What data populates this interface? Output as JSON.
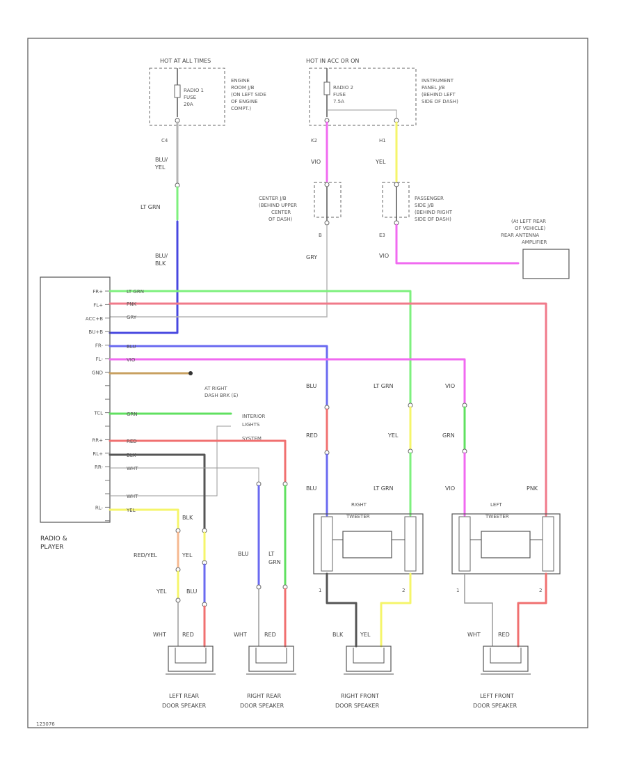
{
  "sources": {
    "hot_at_all_times": "HOT AT ALL TIMES",
    "hot_acc_or_on": "HOT IN ACC OR ON",
    "radio1_fuse": [
      "RADIO 1",
      "FUSE",
      "20A"
    ],
    "radio2_fuse": [
      "RADIO 2",
      "FUSE",
      "7.5A"
    ],
    "engine_room_jb": [
      "ENGINE",
      "ROOM J/B",
      "(ON LEFT SIDE",
      "OF ENGINE",
      "COMPT.)"
    ],
    "instrument_jb": [
      "INSTRUMENT",
      "PANEL J/B",
      "(BEHIND LEFT",
      "SIDE OF DASH)"
    ]
  },
  "junctions": {
    "center_jb": [
      "CENTER J/B",
      "(BEHIND UPPER",
      "CENTER",
      "OF DASH)"
    ],
    "passenger_jb": [
      "PASSENGER",
      "SIDE J/B",
      "(BEHIND RIGHT",
      "SIDE OF DASH)"
    ]
  },
  "amplifier": {
    "location": [
      "(At LEFT REAR",
      "OF VEHICLE)",
      "REAR ANTENNA"
    ],
    "label": "AMPLIFIER"
  },
  "radio": {
    "label": [
      "RADIO &",
      "PLAYER"
    ],
    "pins": [
      "FR+",
      "FL+",
      "ACC+B",
      "BU+B",
      "FR-",
      "FL-",
      "GND",
      "",
      "",
      "TCL",
      "",
      "RR+",
      "RL+",
      "RR-",
      "",
      "",
      "RL-",
      ""
    ]
  },
  "ground": [
    "AT RIGHT",
    "DASH BRK (E)"
  ],
  "interior_lights": [
    "INTERIOR",
    "LIGHTS",
    "SYSTEM"
  ],
  "tweeters": {
    "right": [
      "RIGHT",
      "TWEETER"
    ],
    "left": [
      "LEFT",
      "TWEETER"
    ]
  },
  "speakers": {
    "left_rear": [
      "LEFT REAR",
      "DOOR SPEAKER"
    ],
    "right_rear": [
      "RIGHT REAR",
      "DOOR SPEAKER"
    ],
    "right_front": [
      "RIGHT FRONT",
      "DOOR SPEAKER"
    ],
    "left_front": [
      "LEFT FRONT",
      "DOOR SPEAKER"
    ]
  },
  "wire_labels": {
    "blu_yel": [
      "BLU/",
      "YEL"
    ],
    "lt_grn": "LT GRN",
    "blu_blk": [
      "BLU/",
      "BLK"
    ],
    "vio": "VIO",
    "yel": "YEL",
    "gry": "GRY",
    "grn": "GRN",
    "red": "RED",
    "blu": "BLU",
    "pnk": "PNK",
    "blk": "BLK",
    "wht": "WHT",
    "red_yel": "RED/YEL",
    "lt_grn_split": [
      "LT",
      "GRN"
    ]
  },
  "connector_codes": {
    "c4": "C4",
    "k2": "K2",
    "h1": "H1",
    "e3": "E3",
    "b": "B"
  },
  "pin_numbers": {
    "one": "1",
    "two": "2"
  },
  "footer_code": "123076",
  "colors": {
    "lt_grn": "#7ef07e",
    "pnk": "#f07a8a",
    "gry": "#b5b5b5",
    "blu_blk": "#4848e0",
    "blu": "#6a6af0",
    "vio": "#f06af0",
    "brn": "#c8a060",
    "grn": "#60e060",
    "red": "#f07070",
    "blk": "#555555",
    "wht": "#d0d0d0",
    "yel": "#f5f56a",
    "red_yel": "#f5b890"
  }
}
